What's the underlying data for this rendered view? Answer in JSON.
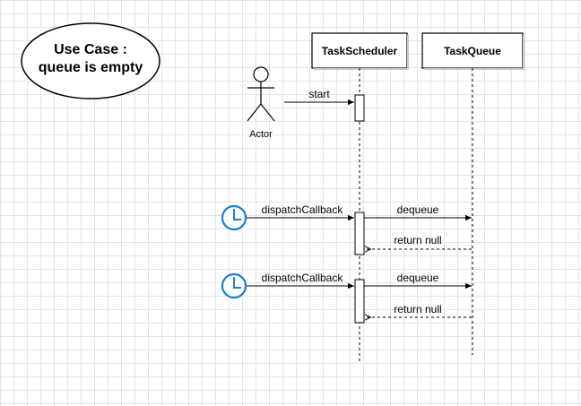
{
  "note": {
    "line1": "Use Case :",
    "line2": "queue is empty"
  },
  "lifelines": {
    "scheduler": "TaskScheduler",
    "queue": "TaskQueue"
  },
  "actor": {
    "label": "Actor"
  },
  "messages": {
    "start": "start",
    "callback1": "dispatchCallback",
    "dequeue1": "dequeue",
    "return1": "return null",
    "callback2": "dispatchCallback",
    "dequeue2": "dequeue",
    "return2": "return null"
  },
  "colors": {
    "timer": "#1b7fd6",
    "line": "#000000"
  }
}
